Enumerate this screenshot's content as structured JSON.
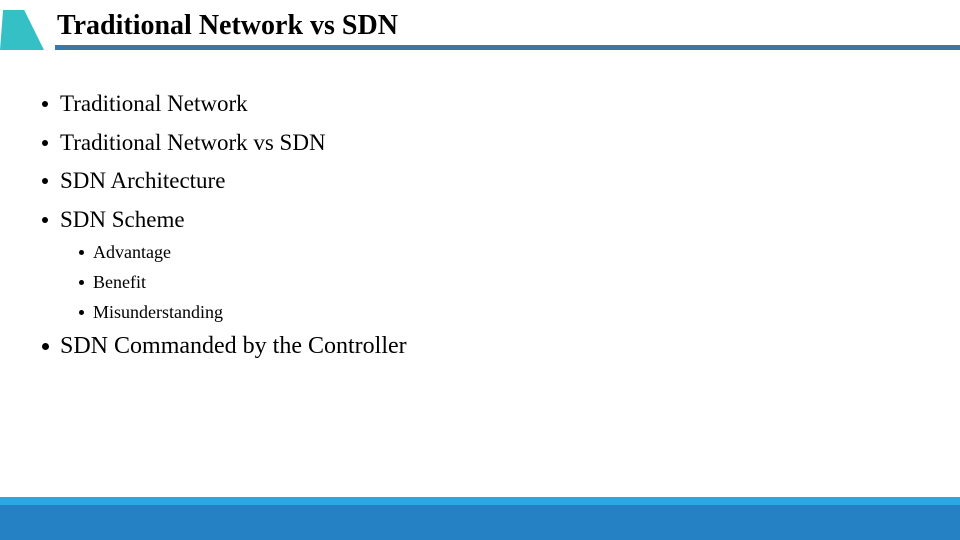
{
  "slide": {
    "title": "Traditional Network vs SDN",
    "bullets_level1": [
      "Traditional Network",
      "Traditional Network vs SDN",
      "SDN Architecture",
      "SDN Scheme"
    ],
    "bullets_level2": [
      "Advantage",
      "Benefit",
      "Misunderstanding"
    ],
    "bullet_closing": "SDN Commanded by the Controller",
    "colors": {
      "accent-teal": "#35C0C6",
      "underline-blue": "#3C77A7",
      "footer-light-blue": "#29ABE2",
      "footer-dark-blue": "#2581C4",
      "text-black": "#000000",
      "background": "#FFFFFF"
    }
  }
}
